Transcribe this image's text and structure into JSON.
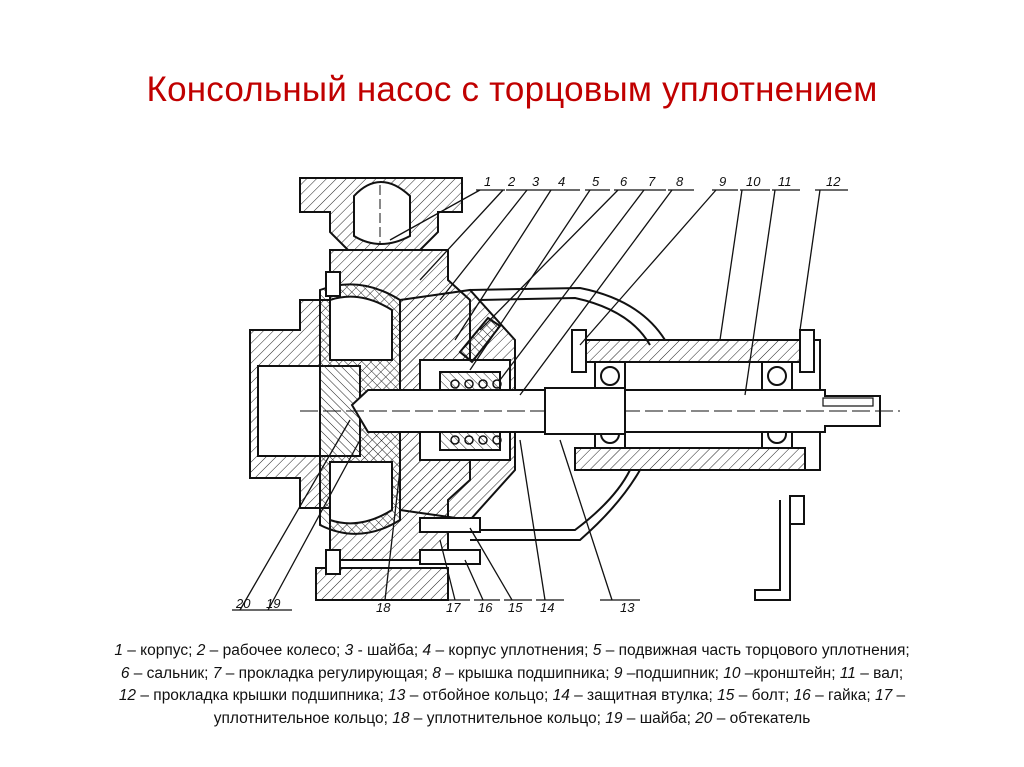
{
  "title": "Консольный насос с торцовым уплотнением",
  "callouts": {
    "top": [
      "1",
      "2",
      "3",
      "4",
      "5",
      "6",
      "7",
      "8",
      "9",
      "10",
      "11",
      "12"
    ],
    "bottom": [
      "20",
      "19",
      "18",
      "17",
      "16",
      "15",
      "14",
      "13"
    ]
  },
  "legend": [
    [
      {
        "num": "1",
        "text": " – корпус; "
      },
      {
        "num": "2",
        "text": " – рабочее колесо; "
      },
      {
        "num": "3",
        "text": " - шайба; "
      },
      {
        "num": "4",
        "text": " – корпус уплотнения; "
      },
      {
        "num": "5",
        "text": " – подвижная часть торцового уплотнения;"
      }
    ],
    [
      {
        "num": "6",
        "text": " – сальник; "
      },
      {
        "num": "7",
        "text": " – прокладка регулирующая; "
      },
      {
        "num": "8",
        "text": " – крышка подшипника; "
      },
      {
        "num": "9",
        "text": " –подшипник; "
      },
      {
        "num": "10",
        "text": " –кронштейн; "
      },
      {
        "num": "11",
        "text": " – вал;"
      }
    ],
    [
      {
        "num": "12",
        "text": " – прокладка крышки подшипника; "
      },
      {
        "num": "13",
        "text": " – отбойное кольцо; "
      },
      {
        "num": "14",
        "text": " – защитная втулка; "
      },
      {
        "num": "15",
        "text": " – болт; "
      },
      {
        "num": "16",
        "text": " – гайка; "
      },
      {
        "num": "17",
        "text": " –"
      }
    ],
    [
      {
        "num": "",
        "text": "уплотнительное кольцо; "
      },
      {
        "num": "18",
        "text": " – уплотнительное кольцо; "
      },
      {
        "num": "19",
        "text": " – шайба; "
      },
      {
        "num": "20",
        "text": " – обтекатель"
      }
    ]
  ]
}
